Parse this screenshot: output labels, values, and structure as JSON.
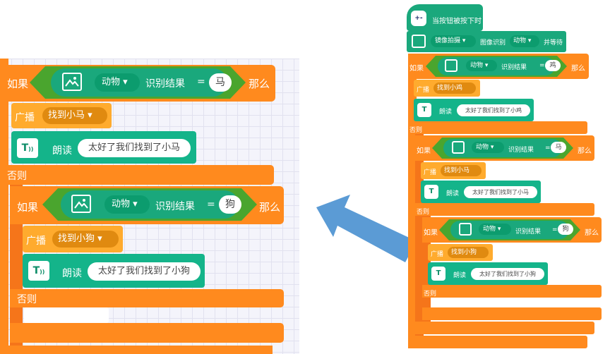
{
  "colors": {
    "if_block": "#ff8a1e",
    "broadcast_block": "#ffab2e",
    "tts_block": "#14b48a",
    "condition": "#4aa52e",
    "vision": "#1aa87c",
    "arrow": "#5b9bd5"
  },
  "zoomed": {
    "if1": {
      "label_if": "如果",
      "dropdown": "动物",
      "result_label": "识别结果",
      "equals": "=",
      "value": "马",
      "label_then": "那么"
    },
    "broadcast1": {
      "label": "广播",
      "message": "找到小马"
    },
    "tts1": {
      "label": "朗读",
      "text": "太好了我们找到了小马"
    },
    "else1": "否则",
    "if2": {
      "label_if": "如果",
      "dropdown": "动物",
      "result_label": "识别结果",
      "equals": "=",
      "value": "狗",
      "label_then": "那么"
    },
    "broadcast2": {
      "label": "广播",
      "message": "找到小狗"
    },
    "tts2": {
      "label": "朗读",
      "text": "太好了我们找到了小狗"
    },
    "else2": "否则"
  },
  "full": {
    "hat": "当按钮被按下时",
    "capture": {
      "dropdown": "镜像拍摄",
      "label": "图像识别",
      "model": "动物",
      "suffix": "并等待"
    },
    "if0": {
      "label_if": "如果",
      "dropdown": "动物",
      "result_label": "识别结果",
      "equals": "=",
      "value": "鸡",
      "label_then": "那么"
    },
    "broadcast0": {
      "label": "广播",
      "message": "找到小鸡"
    },
    "tts0": {
      "label": "朗读",
      "text": "太好了我们找到了小鸡"
    },
    "else0": "否则",
    "if1": {
      "label_if": "如果",
      "dropdown": "动物",
      "result_label": "识别结果",
      "equals": "=",
      "value": "马",
      "label_then": "那么"
    },
    "broadcast1": {
      "label": "广播",
      "message": "找到小马"
    },
    "tts1": {
      "label": "朗读",
      "text": "太好了我们找到了小马"
    },
    "else1": "否则",
    "if2": {
      "label_if": "如果",
      "dropdown": "动物",
      "result_label": "识别结果",
      "equals": "=",
      "value": "狗",
      "label_then": "那么"
    },
    "broadcast2": {
      "label": "广播",
      "message": "找到小狗"
    },
    "tts2": {
      "label": "朗读",
      "text": "太好了我们找到了小狗"
    },
    "else2": "否则"
  }
}
